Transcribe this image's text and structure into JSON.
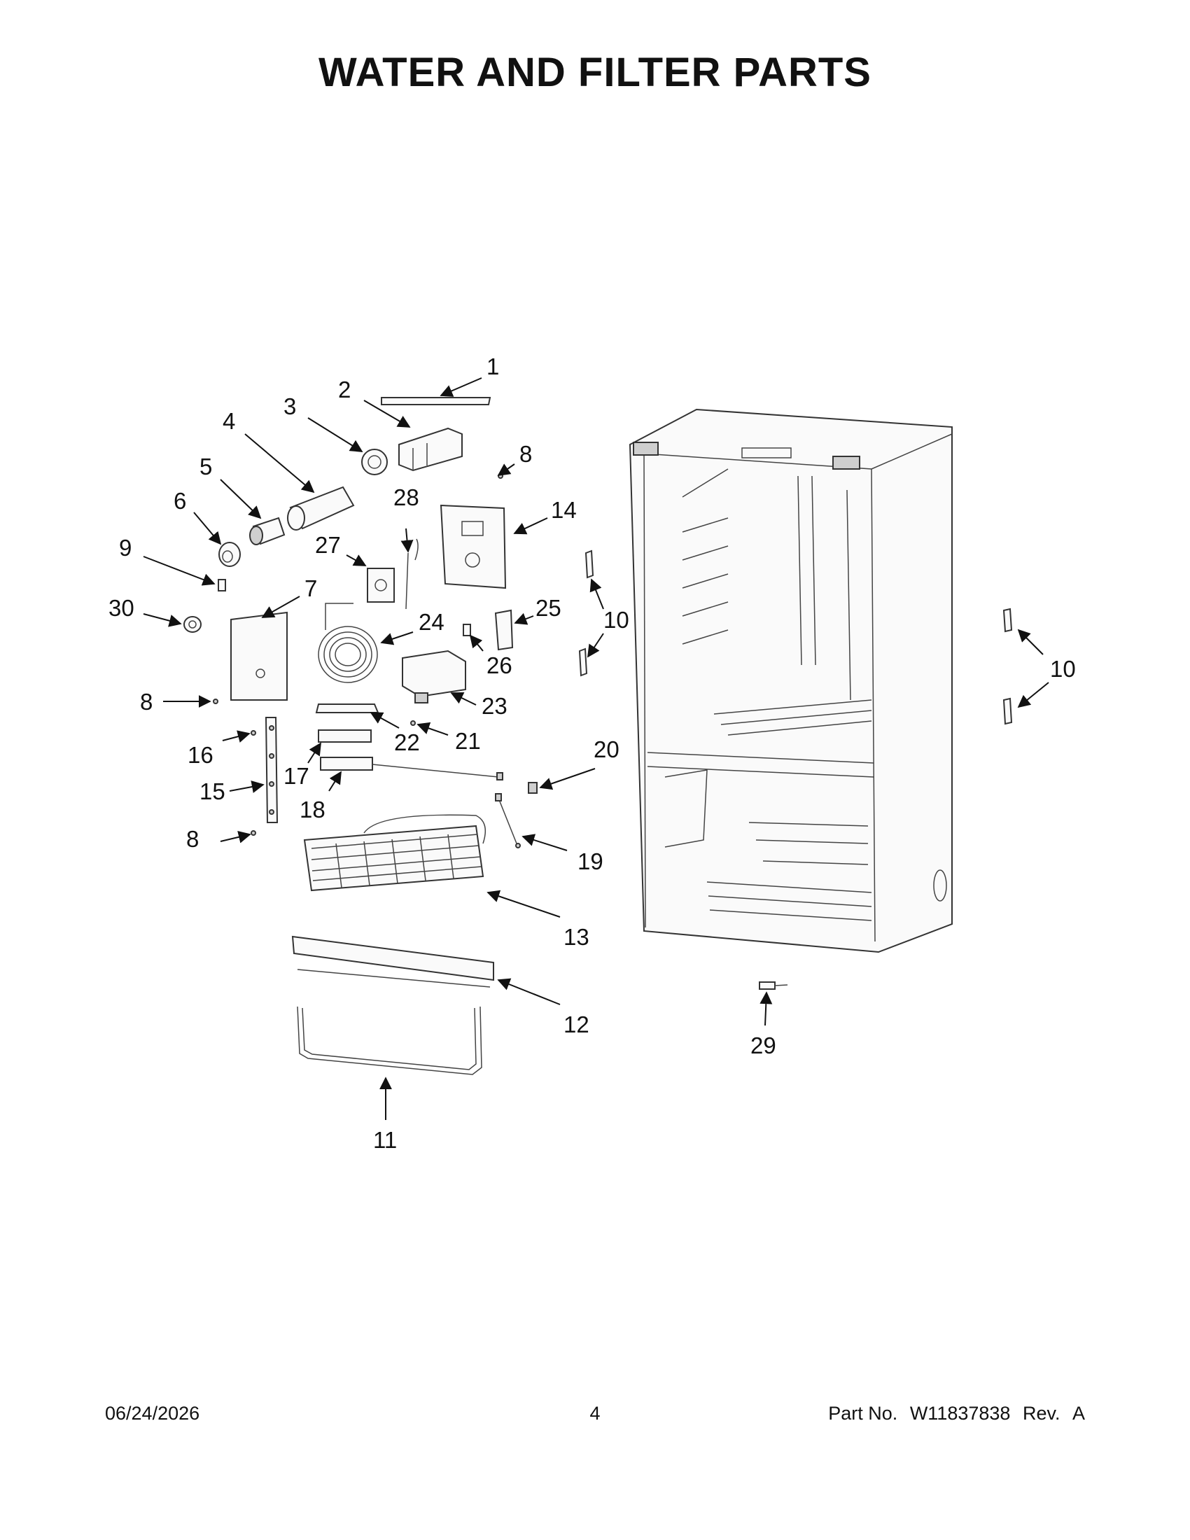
{
  "page": {
    "title": "WATER AND FILTER PARTS",
    "footer": {
      "date": "06/24/2026",
      "page_number": "4",
      "part_label": "Part No.",
      "part_number": "W11837838",
      "rev_label": "Rev.",
      "rev": "A"
    }
  },
  "callouts": [
    {
      "id": "c1",
      "label": "1"
    },
    {
      "id": "c2",
      "label": "2"
    },
    {
      "id": "c3",
      "label": "3"
    },
    {
      "id": "c4",
      "label": "4"
    },
    {
      "id": "c5",
      "label": "5"
    },
    {
      "id": "c6",
      "label": "6"
    },
    {
      "id": "c7",
      "label": "7"
    },
    {
      "id": "c8a",
      "label": "8"
    },
    {
      "id": "c8b",
      "label": "8"
    },
    {
      "id": "c8c",
      "label": "8"
    },
    {
      "id": "c8d",
      "label": "8"
    },
    {
      "id": "c9",
      "label": "9"
    },
    {
      "id": "c10a",
      "label": "10"
    },
    {
      "id": "c10b",
      "label": "10"
    },
    {
      "id": "c11",
      "label": "11"
    },
    {
      "id": "c12",
      "label": "12"
    },
    {
      "id": "c13",
      "label": "13"
    },
    {
      "id": "c14",
      "label": "14"
    },
    {
      "id": "c15",
      "label": "15"
    },
    {
      "id": "c16",
      "label": "16"
    },
    {
      "id": "c17",
      "label": "17"
    },
    {
      "id": "c18",
      "label": "18"
    },
    {
      "id": "c19",
      "label": "19"
    },
    {
      "id": "c20",
      "label": "20"
    },
    {
      "id": "c21",
      "label": "21"
    },
    {
      "id": "c22",
      "label": "22"
    },
    {
      "id": "c23",
      "label": "23"
    },
    {
      "id": "c24",
      "label": "24"
    },
    {
      "id": "c25",
      "label": "25"
    },
    {
      "id": "c26",
      "label": "26"
    },
    {
      "id": "c27",
      "label": "27"
    },
    {
      "id": "c28",
      "label": "28"
    },
    {
      "id": "c29",
      "label": "29"
    },
    {
      "id": "c30",
      "label": "30"
    }
  ]
}
